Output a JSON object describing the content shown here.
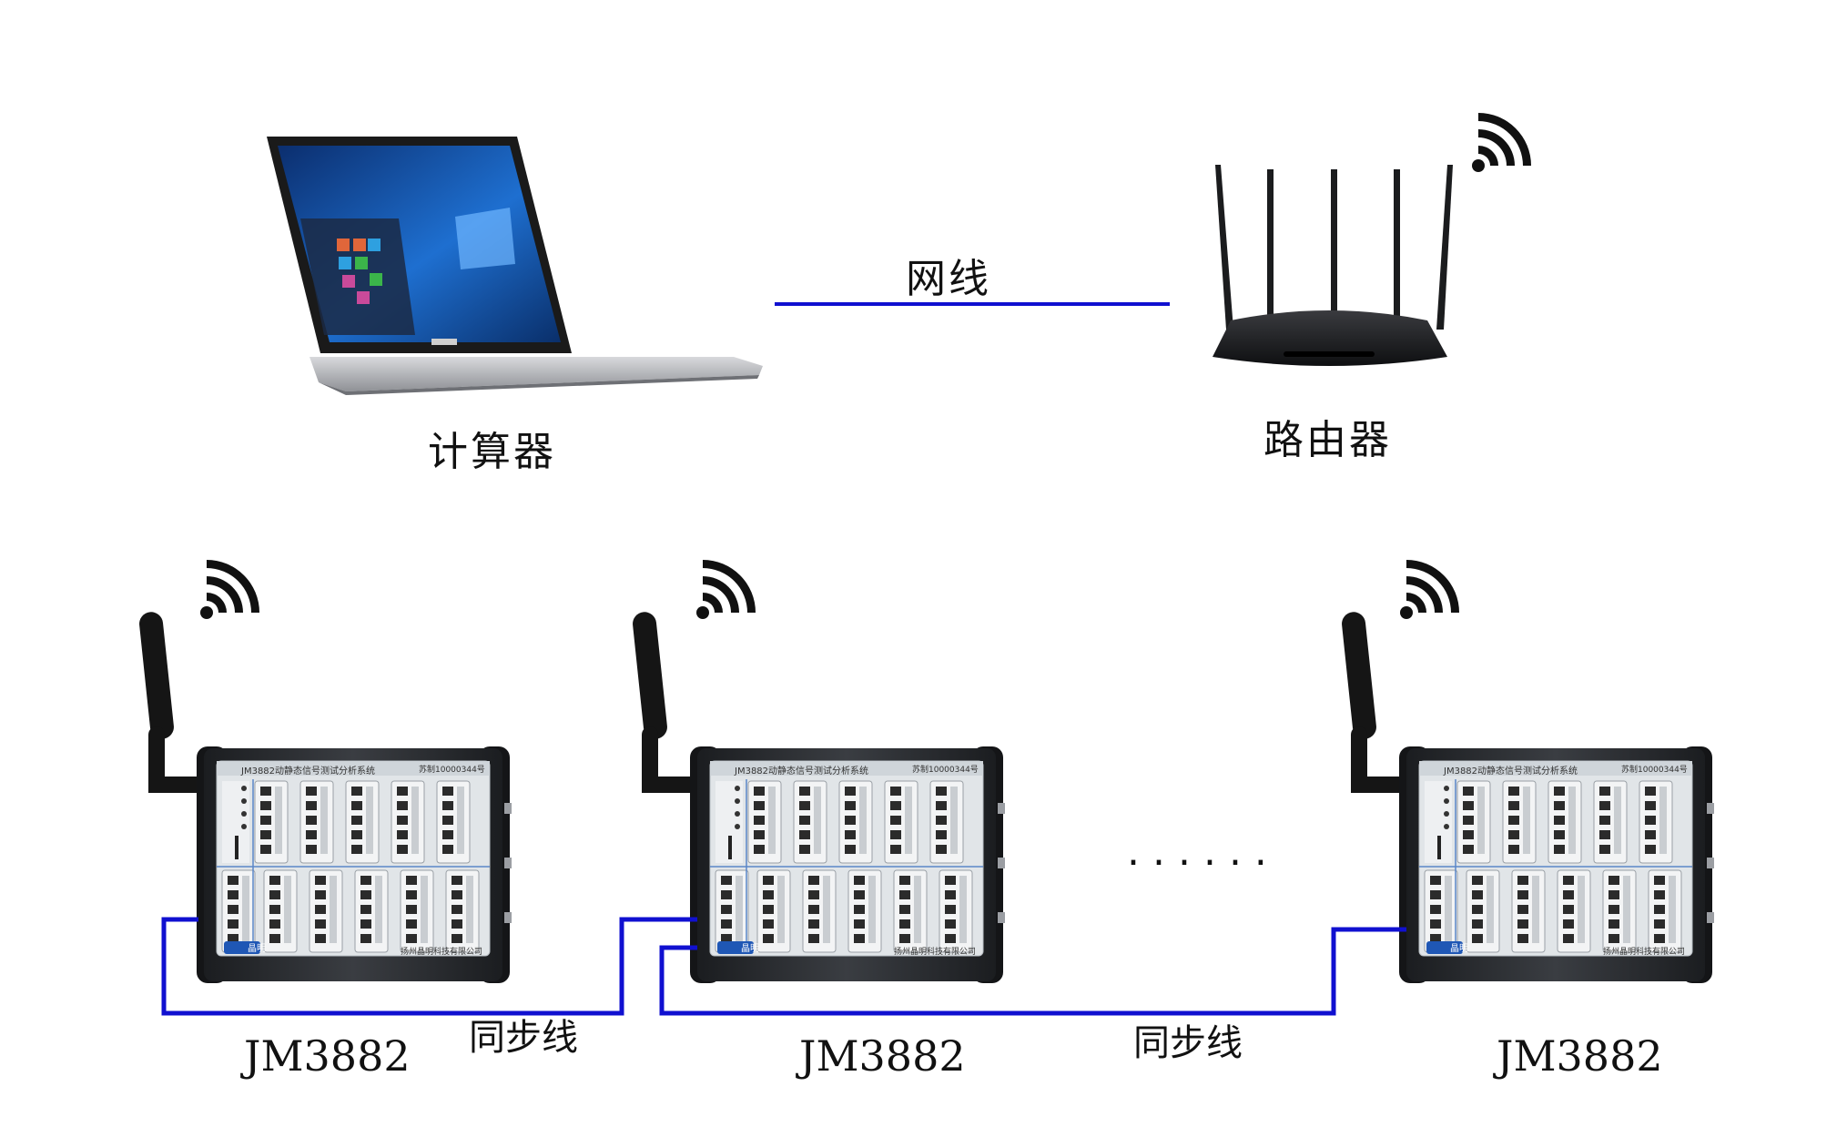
{
  "labels": {
    "computer": "计算器",
    "router": "路由器",
    "network_cable": "网线",
    "sync_line_1": "同步线",
    "sync_line_2": "同步线",
    "device_1": "JM3882",
    "device_2": "JM3882",
    "device_3": "JM3882",
    "ellipsis": "......"
  },
  "device_panel": {
    "header": "JM3882动静态信号测试分析系统",
    "cert": "苏制10000344号",
    "brand": "晶明",
    "footer": "扬州晶明科技有限公司"
  },
  "colors": {
    "cable": "#1010d0",
    "device_body": "#2a2d31",
    "panel": "#dfe3e6",
    "antenna": "#151515"
  },
  "icons": [
    "laptop-icon",
    "router-icon",
    "wifi-icon",
    "daq-device-icon",
    "antenna-icon"
  ]
}
